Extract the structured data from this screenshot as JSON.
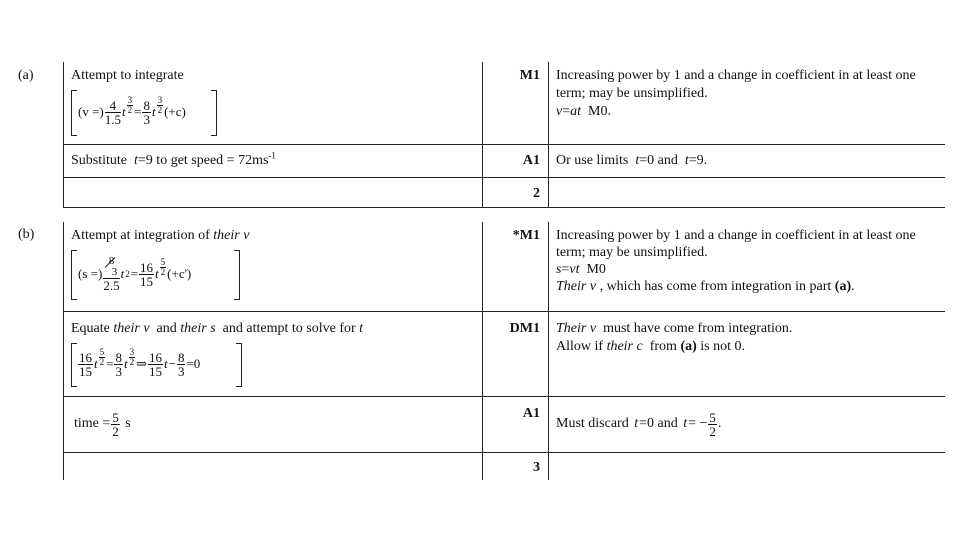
{
  "part_a": {
    "label": "(a)",
    "row1": {
      "working_title": "Attempt to integrate",
      "equation": {
        "lhs": "(v =)",
        "frac1_num": "4",
        "frac1_den": "1.5",
        "t": "t",
        "pow1_num": "3",
        "pow1_den": "2",
        "equals": "=",
        "frac2_num": "8",
        "frac2_den": "3",
        "pow2_num": "3",
        "pow2_den": "2",
        "constant": "(+c)"
      },
      "mark": "M1",
      "note_line1": "Increasing power by 1 and a change in coefficient in at least one",
      "note_line2": "term; may be unsimplified.",
      "note_line3_var": "v",
      "note_line3_eq": "=",
      "note_line3_rhs": "at",
      "note_line3_mark": "M0."
    },
    "row2": {
      "text_before": "Substitute",
      "t_var": "t",
      "text_eq": "=9  to get speed = 72ms",
      "unit_sup": "-1",
      "mark": "A1",
      "note": "Or use limits",
      "note_t1": "t",
      "note_eq1": "=0  and",
      "note_t2": "t",
      "note_eq2": "=9."
    },
    "total": "2"
  },
  "part_b": {
    "label": "(b)",
    "row1": {
      "working_title_pre": "Attempt at integration of",
      "working_title_their": "their",
      "working_title_v": "v",
      "equation": {
        "lhs": "(s =)",
        "frac1_num_top": "8",
        "frac1_num_bottom": "3",
        "frac1_den": "2.5",
        "t": "t",
        "power": "2",
        "equals": "=",
        "frac2_num": "16",
        "frac2_den": "15",
        "pow_num": "5",
        "pow_den": "2",
        "constant": "(+c')"
      },
      "mark": "*M1",
      "note_line1": "Increasing power by 1 and a change in coefficient in at least one",
      "note_line2": "term; may be unsimplified.",
      "note_line3_s": "s",
      "note_line3_eq": "=",
      "note_line3_vt": "vt",
      "note_line3_mark": "M0",
      "note_line4_their": "Their",
      "note_line4_v": "v",
      "note_line4_rest": ", which has come from integration in part",
      "note_line4_part": "(a)",
      "note_line4_end": "."
    },
    "row2": {
      "title_pre": "Equate",
      "title_their1": "their",
      "title_v": "v",
      "title_and": "and",
      "title_their2": "their",
      "title_s": "s",
      "title_post": "and attempt to solve for",
      "title_t": "t",
      "equation": {
        "frac1_num": "16",
        "frac1_den": "15",
        "pow1_num": "5",
        "pow1_den": "2",
        "equals": "=",
        "frac2_num": "8",
        "frac2_den": "3",
        "pow2_num": "3",
        "pow2_den": "2",
        "implies": "⇒",
        "frac3_num": "16",
        "frac3_den": "15",
        "minus": "−",
        "frac4_num": "8",
        "frac4_den": "3",
        "tail": "=0"
      },
      "mark": "DM1",
      "note_line1_their": "Their",
      "note_line1_v": "v",
      "note_line1_rest": "must have come from integration.",
      "note_line2_pre": "Allow if",
      "note_line2_their": "their",
      "note_line2_c": "c",
      "note_line2_from": "from",
      "note_line2_part": "(a)",
      "note_line2_end": "is not 0."
    },
    "row3": {
      "time_label": "time =",
      "frac_num": "5",
      "frac_den": "2",
      "unit": "s",
      "mark": "A1",
      "note_pre": "Must discard",
      "note_t1": "t",
      "note_eq1": "=0  and",
      "note_t2": "t",
      "note_eq2": "= −",
      "note_frac_num": "5",
      "note_frac_den": "2",
      "note_end": "."
    },
    "total": "3"
  }
}
